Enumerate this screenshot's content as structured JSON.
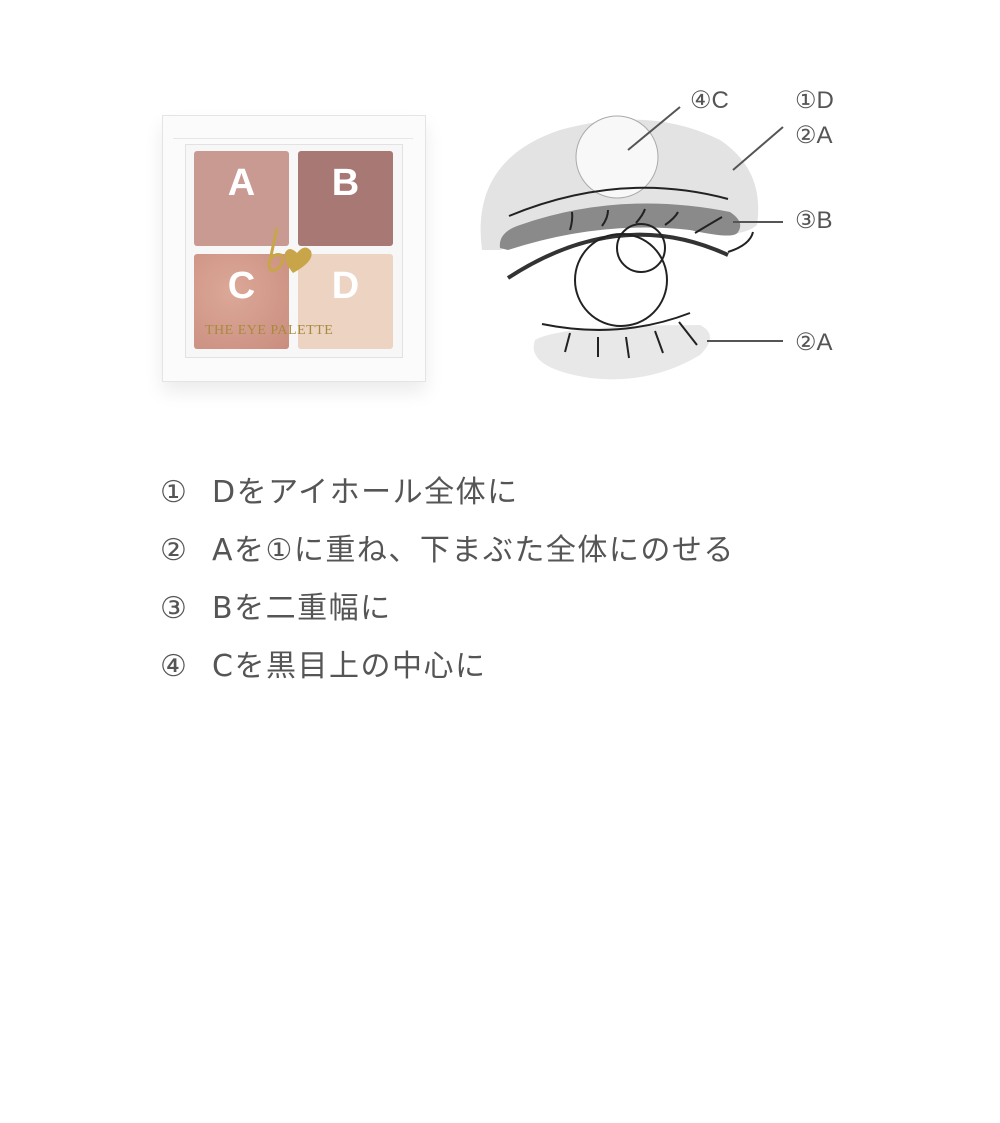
{
  "palette": {
    "brand_text": "THE EYE PALETTE",
    "pans": [
      {
        "label": "A",
        "color": "#c99a92"
      },
      {
        "label": "B",
        "color": "#a87874"
      },
      {
        "label": "C",
        "color": "#d2998a"
      },
      {
        "label": "D",
        "color": "#ecd3c2"
      }
    ],
    "logo_color": "#c9a54a"
  },
  "diagram": {
    "labels": {
      "c": "④C",
      "d": "①D",
      "a_top": "②A",
      "b": "③B",
      "a_bottom": "②A"
    }
  },
  "steps": [
    {
      "num": "①",
      "text": "Dをアイホール全体に"
    },
    {
      "num": "②",
      "text": "Aを①に重ね、下まぶた全体にのせる"
    },
    {
      "num": "③",
      "text": "Bを二重幅に"
    },
    {
      "num": "④",
      "text": "Cを黒目上の中心に"
    }
  ]
}
